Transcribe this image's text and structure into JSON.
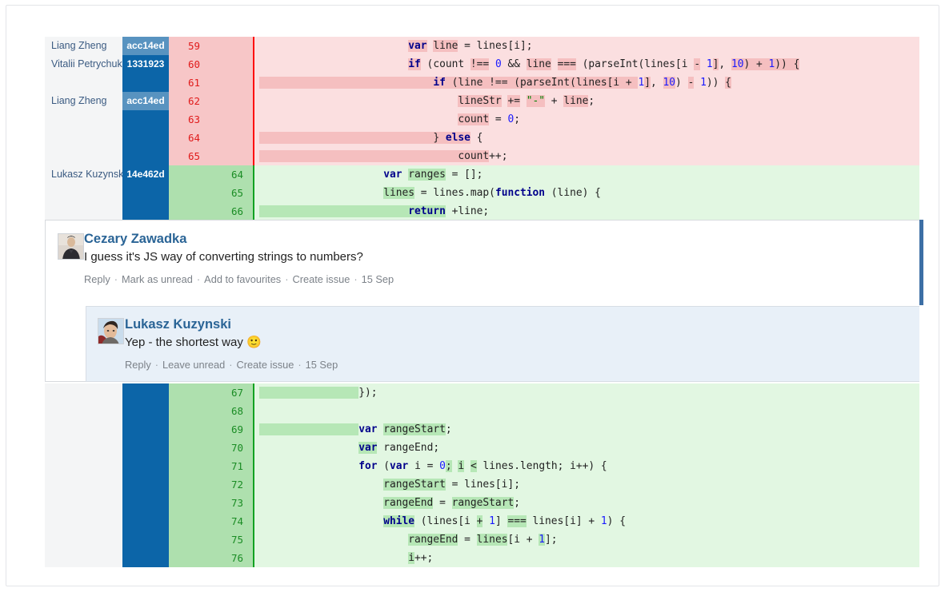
{
  "diff_top": {
    "rows": [
      {
        "author": "Liang Zheng",
        "hash": "acc14ed",
        "hash_style": "light",
        "num": "59",
        "type": "del",
        "tokens": [
          {
            "t": "                        ",
            "c": "p"
          },
          {
            "t": "var",
            "c": "k hl-del"
          },
          {
            "t": " ",
            "c": "p"
          },
          {
            "t": "line",
            "c": "p hl-del"
          },
          {
            "t": " = lines[i];",
            "c": "p"
          }
        ]
      },
      {
        "author": "Vitalii Petrychuk",
        "hash": "1331923",
        "hash_style": "dark",
        "num": "60",
        "type": "del",
        "tokens": [
          {
            "t": "                        ",
            "c": "p"
          },
          {
            "t": "if",
            "c": "k hl-del"
          },
          {
            "t": " (count ",
            "c": "p"
          },
          {
            "t": "!==",
            "c": "p hl-del"
          },
          {
            "t": " ",
            "c": "p"
          },
          {
            "t": "0",
            "c": "n"
          },
          {
            "t": " && ",
            "c": "p"
          },
          {
            "t": "line",
            "c": "p hl-del"
          },
          {
            "t": " ",
            "c": "p"
          },
          {
            "t": "===",
            "c": "p hl-del"
          },
          {
            "t": " (parseInt(lines[i ",
            "c": "p"
          },
          {
            "t": "-",
            "c": "p hl-del"
          },
          {
            "t": " ",
            "c": "p"
          },
          {
            "t": "1",
            "c": "n"
          },
          {
            "t": "]",
            "c": "p hl-del"
          },
          {
            "t": ", ",
            "c": "p"
          },
          {
            "t": "10",
            "c": "n hl-del"
          },
          {
            "t": ") + ",
            "c": "p hl-del"
          },
          {
            "t": "1",
            "c": "n hl-del"
          },
          {
            "t": ")) {",
            "c": "p hl-del"
          }
        ]
      },
      {
        "author": "",
        "hash": "",
        "hash_style": "blank",
        "num": "61",
        "type": "del",
        "tokens": [
          {
            "t": "                            ",
            "c": "p hl-del"
          },
          {
            "t": "if",
            "c": "k hl-del"
          },
          {
            "t": " (line ",
            "c": "p hl-del"
          },
          {
            "t": "!==",
            "c": "p hl-del"
          },
          {
            "t": " (parseInt(lines[i + ",
            "c": "p hl-del"
          },
          {
            "t": "1",
            "c": "n"
          },
          {
            "t": "]",
            "c": "p hl-del"
          },
          {
            "t": ", ",
            "c": "p"
          },
          {
            "t": "10",
            "c": "n hl-del"
          },
          {
            "t": ") ",
            "c": "p"
          },
          {
            "t": "-",
            "c": "p hl-del"
          },
          {
            "t": " ",
            "c": "p"
          },
          {
            "t": "1",
            "c": "n"
          },
          {
            "t": ")) ",
            "c": "p"
          },
          {
            "t": "{",
            "c": "p hl-del"
          }
        ]
      },
      {
        "author": "Liang Zheng",
        "hash": "acc14ed",
        "hash_style": "light",
        "num": "62",
        "type": "del",
        "tokens": [
          {
            "t": "                                ",
            "c": "p"
          },
          {
            "t": "lineStr",
            "c": "p hl-del"
          },
          {
            "t": " ",
            "c": "p"
          },
          {
            "t": "+=",
            "c": "p hl-del"
          },
          {
            "t": " ",
            "c": "p"
          },
          {
            "t": "\"-\"",
            "c": "s hl-del"
          },
          {
            "t": " + ",
            "c": "p"
          },
          {
            "t": "line",
            "c": "p hl-del"
          },
          {
            "t": ";",
            "c": "p"
          }
        ]
      },
      {
        "author": "",
        "hash": "",
        "hash_style": "blank",
        "num": "63",
        "type": "del",
        "tokens": [
          {
            "t": "                                ",
            "c": "p"
          },
          {
            "t": "count",
            "c": "p hl-del"
          },
          {
            "t": " = ",
            "c": "p"
          },
          {
            "t": "0",
            "c": "n"
          },
          {
            "t": ";",
            "c": "p"
          }
        ]
      },
      {
        "author": "",
        "hash": "",
        "hash_style": "blank",
        "num": "64",
        "type": "del",
        "tokens": [
          {
            "t": "                            ",
            "c": "p hl-del"
          },
          {
            "t": "} ",
            "c": "p hl-del"
          },
          {
            "t": "else",
            "c": "k hl-del"
          },
          {
            "t": " {",
            "c": "p"
          }
        ]
      },
      {
        "author": "",
        "hash": "",
        "hash_style": "blank",
        "num": "65",
        "type": "del",
        "tokens": [
          {
            "t": "                                ",
            "c": "p hl-del"
          },
          {
            "t": "count",
            "c": "p hl-del"
          },
          {
            "t": "++;",
            "c": "p"
          }
        ]
      },
      {
        "author": "Lukasz Kuzynski",
        "hash": "14e462d",
        "hash_style": "dark",
        "num": "64",
        "type": "add",
        "tokens": [
          {
            "t": "                    ",
            "c": "p"
          },
          {
            "t": "var",
            "c": "k"
          },
          {
            "t": " ",
            "c": "p"
          },
          {
            "t": "ranges",
            "c": "p hl-add"
          },
          {
            "t": " = [];",
            "c": "p"
          }
        ]
      },
      {
        "author": "",
        "hash": "",
        "hash_style": "blank",
        "num": "65",
        "type": "add",
        "tokens": [
          {
            "t": "                    ",
            "c": "p"
          },
          {
            "t": "lines",
            "c": "p hl-add"
          },
          {
            "t": " = lines.map(",
            "c": "p"
          },
          {
            "t": "function",
            "c": "k"
          },
          {
            "t": " (line) {",
            "c": "p"
          }
        ]
      },
      {
        "author": "",
        "hash": "",
        "hash_style": "blank",
        "num": "66",
        "type": "add",
        "tokens": [
          {
            "t": "                        ",
            "c": "p hl-add"
          },
          {
            "t": "return",
            "c": "k hl-add"
          },
          {
            "t": " +line;",
            "c": "p"
          }
        ]
      }
    ]
  },
  "comment": {
    "author": "Cezary Zawadka",
    "text": "I guess it's JS way of converting strings to numbers?",
    "actions": [
      "Reply",
      "Mark as unread",
      "Add to favourites",
      "Create issue"
    ],
    "date": "15 Sep",
    "avatar_name": "avatar-cezary-zawadka",
    "reply": {
      "author": "Lukasz Kuzynski",
      "text": "Yep - the shortest way",
      "emoji": "🙂",
      "actions": [
        "Reply",
        "Leave unread",
        "Create issue"
      ],
      "date": "15 Sep",
      "avatar_name": "avatar-lukasz-kuzynski"
    }
  },
  "diff_bottom": {
    "rows": [
      {
        "author": "",
        "hash": "",
        "hash_style": "blank",
        "num": "67",
        "type": "add",
        "tokens": [
          {
            "t": "                ",
            "c": "p hl-add"
          },
          {
            "t": "});",
            "c": "p"
          }
        ]
      },
      {
        "author": "",
        "hash": "",
        "hash_style": "blank",
        "num": "68",
        "type": "add",
        "tokens": [
          {
            "t": "",
            "c": "p"
          }
        ]
      },
      {
        "author": "",
        "hash": "",
        "hash_style": "blank",
        "num": "69",
        "type": "add",
        "tokens": [
          {
            "t": "                ",
            "c": "p hl-add"
          },
          {
            "t": "var",
            "c": "k"
          },
          {
            "t": " ",
            "c": "p"
          },
          {
            "t": "rangeStart",
            "c": "p hl-add"
          },
          {
            "t": ";",
            "c": "p"
          }
        ]
      },
      {
        "author": "",
        "hash": "",
        "hash_style": "blank",
        "num": "70",
        "type": "add",
        "tokens": [
          {
            "t": "                ",
            "c": "p"
          },
          {
            "t": "var",
            "c": "k hl-add"
          },
          {
            "t": " rangeEnd;",
            "c": "p"
          }
        ]
      },
      {
        "author": "",
        "hash": "",
        "hash_style": "blank",
        "num": "71",
        "type": "add",
        "tokens": [
          {
            "t": "                ",
            "c": "p"
          },
          {
            "t": "for",
            "c": "k"
          },
          {
            "t": " (",
            "c": "p"
          },
          {
            "t": "var",
            "c": "k"
          },
          {
            "t": " i = ",
            "c": "p"
          },
          {
            "t": "0",
            "c": "n"
          },
          {
            "t": ";",
            "c": "p hl-add"
          },
          {
            "t": " ",
            "c": "p"
          },
          {
            "t": "i",
            "c": "p hl-add"
          },
          {
            "t": " ",
            "c": "p"
          },
          {
            "t": "<",
            "c": "p hl-add"
          },
          {
            "t": " lines.length; i++) {",
            "c": "p"
          }
        ]
      },
      {
        "author": "",
        "hash": "",
        "hash_style": "blank",
        "num": "72",
        "type": "add",
        "tokens": [
          {
            "t": "                    ",
            "c": "p"
          },
          {
            "t": "rangeStart",
            "c": "p hl-add"
          },
          {
            "t": " = lines[i];",
            "c": "p"
          }
        ]
      },
      {
        "author": "",
        "hash": "",
        "hash_style": "blank",
        "num": "73",
        "type": "add",
        "tokens": [
          {
            "t": "                    ",
            "c": "p"
          },
          {
            "t": "rangeEnd",
            "c": "p hl-add"
          },
          {
            "t": " = ",
            "c": "p"
          },
          {
            "t": "rangeStart",
            "c": "p hl-add"
          },
          {
            "t": ";",
            "c": "p"
          }
        ]
      },
      {
        "author": "",
        "hash": "",
        "hash_style": "blank",
        "num": "74",
        "type": "add",
        "tokens": [
          {
            "t": "                    ",
            "c": "p"
          },
          {
            "t": "while",
            "c": "k hl-add"
          },
          {
            "t": " (lines[i ",
            "c": "p"
          },
          {
            "t": "+",
            "c": "p hl-add"
          },
          {
            "t": " ",
            "c": "p"
          },
          {
            "t": "1",
            "c": "n"
          },
          {
            "t": "] ",
            "c": "p"
          },
          {
            "t": "===",
            "c": "p hl-add"
          },
          {
            "t": " lines[i] + ",
            "c": "p"
          },
          {
            "t": "1",
            "c": "n"
          },
          {
            "t": ") {",
            "c": "p"
          }
        ]
      },
      {
        "author": "",
        "hash": "",
        "hash_style": "blank",
        "num": "75",
        "type": "add",
        "tokens": [
          {
            "t": "                        ",
            "c": "p"
          },
          {
            "t": "rangeEnd",
            "c": "p hl-add"
          },
          {
            "t": " = ",
            "c": "p"
          },
          {
            "t": "lines",
            "c": "p hl-add"
          },
          {
            "t": "[i + ",
            "c": "p"
          },
          {
            "t": "1",
            "c": "n hl-add"
          },
          {
            "t": "];",
            "c": "p"
          }
        ]
      },
      {
        "author": "",
        "hash": "",
        "hash_style": "blank",
        "num": "76",
        "type": "add",
        "tokens": [
          {
            "t": "                        ",
            "c": "p"
          },
          {
            "t": "i",
            "c": "p hl-add"
          },
          {
            "t": "++;",
            "c": "p"
          }
        ]
      }
    ]
  },
  "colors": {
    "deleted_bg": "#fbdfe0",
    "added_bg": "#e2f7e2",
    "deleted_gutter": "#f7c6c7",
    "added_gutter": "#aee0ae",
    "hash_light": "#5893c0",
    "hash_dark": "#0c65a8",
    "accent_bar": "#3d6fa5",
    "reply_bg": "#e8f0f8",
    "link": "#2a6496"
  }
}
